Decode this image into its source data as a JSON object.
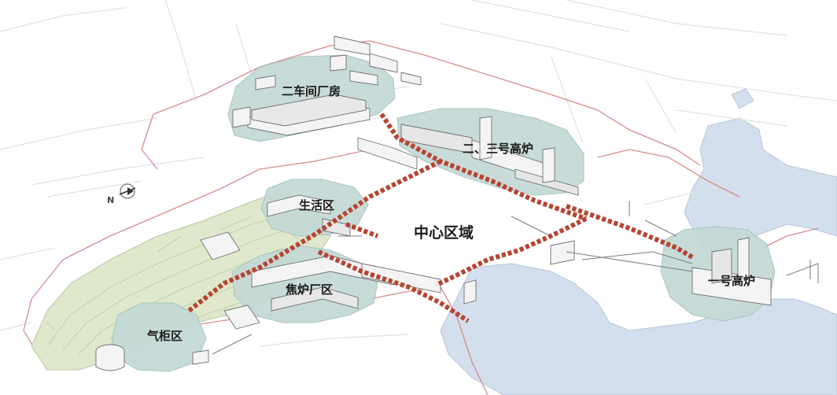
{
  "labels": {
    "workshop2": "二车间厂房",
    "furnace23": "二、三号高炉",
    "living": "生活区",
    "center": "中心区域",
    "coking": "焦炉厂区",
    "gasholder": "气柜区",
    "furnace1": "一号高炉",
    "north": "N"
  },
  "colors": {
    "zone_fill": "#c8dcd8",
    "path": "#b5412f",
    "water": "#cfdbea",
    "boundary": "#d07a7a",
    "hill": "#dde6c8"
  }
}
